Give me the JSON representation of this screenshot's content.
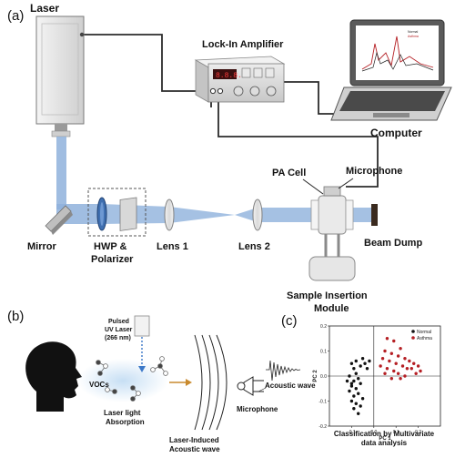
{
  "panel_a": {
    "panel_label": "(a)",
    "laser": "Laser",
    "lock_in": "Lock-In Amplifier",
    "lock_in_display": "8.8.8.8",
    "computer": "Computer",
    "screen_legend": [
      "Normal",
      "Asthma"
    ],
    "pa_cell": "PA Cell",
    "microphone": "Microphone",
    "mirror": "Mirror",
    "hwp_line1": "HWP &",
    "hwp_line2": "Polarizer",
    "lens1": "Lens 1",
    "lens2": "Lens 2",
    "beam_dump": "Beam Dump",
    "sample_line1": "Sample Insertion",
    "sample_line2": "Module"
  },
  "panel_b": {
    "panel_label": "(b)",
    "laser_line1": "Pulsed",
    "laser_line2": "UV Laser",
    "laser_line3": "(266 nm)",
    "vocs": "VOCs",
    "absorption_line1": "Laser light",
    "absorption_line2": "Absorption",
    "wave_line1": "Laser-Induced",
    "wave_line2": "Acoustic wave",
    "microphone": "Microphone",
    "acoustic_wave": "Acoustic wave"
  },
  "panel_c": {
    "panel_label": "(c)",
    "caption_line1": "Classification by Multivariate",
    "caption_line2": "data analysis",
    "chart_data": {
      "type": "scatter",
      "xlabel": "PC 1",
      "ylabel": "PC 2",
      "xlim": [
        -0.2,
        0.3
      ],
      "ylim": [
        -0.2,
        0.2
      ],
      "xticks": [
        "-0.1",
        "0.0",
        "0.1",
        "0.2"
      ],
      "yticks": [
        "-0.2",
        "-0.1",
        "0.0",
        "0.1",
        "0.2"
      ],
      "legend_position": "top-right",
      "series": [
        {
          "name": "Normal",
          "color": "#111111",
          "points": [
            [
              -0.1,
              0.05
            ],
            [
              -0.08,
              0.06
            ],
            [
              -0.06,
              0.04
            ],
            [
              -0.04,
              0.05
            ],
            [
              -0.02,
              0.06
            ],
            [
              -0.09,
              0.03
            ],
            [
              -0.05,
              0.07
            ],
            [
              -0.03,
              0.03
            ],
            [
              -0.11,
              0.0
            ],
            [
              -0.09,
              -0.02
            ],
            [
              -0.07,
              -0.01
            ],
            [
              -0.1,
              -0.04
            ],
            [
              -0.08,
              -0.05
            ],
            [
              -0.06,
              -0.03
            ],
            [
              -0.11,
              -0.06
            ],
            [
              -0.09,
              -0.08
            ],
            [
              -0.07,
              -0.07
            ],
            [
              -0.1,
              -0.1
            ],
            [
              -0.08,
              -0.11
            ],
            [
              -0.06,
              -0.12
            ],
            [
              -0.09,
              -0.13
            ],
            [
              -0.07,
              -0.15
            ],
            [
              -0.1,
              -0.03
            ],
            [
              -0.05,
              -0.09
            ],
            [
              -0.12,
              -0.02
            ],
            [
              -0.08,
              0.01
            ]
          ]
        },
        {
          "name": "Asthma",
          "color": "#b51f24",
          "points": [
            [
              0.06,
              0.15
            ],
            [
              0.09,
              0.14
            ],
            [
              0.12,
              0.11
            ],
            [
              0.05,
              0.1
            ],
            [
              0.08,
              0.09
            ],
            [
              0.11,
              0.08
            ],
            [
              0.14,
              0.07
            ],
            [
              0.16,
              0.06
            ],
            [
              0.18,
              0.05
            ],
            [
              0.2,
              0.04
            ],
            [
              0.04,
              0.07
            ],
            [
              0.07,
              0.06
            ],
            [
              0.1,
              0.05
            ],
            [
              0.13,
              0.04
            ],
            [
              0.15,
              0.03
            ],
            [
              0.17,
              0.03
            ],
            [
              0.21,
              0.02
            ],
            [
              0.03,
              0.04
            ],
            [
              0.06,
              0.03
            ],
            [
              0.09,
              0.02
            ],
            [
              0.11,
              0.01
            ],
            [
              0.14,
              0.0
            ],
            [
              0.19,
              0.01
            ],
            [
              0.05,
              0.01
            ],
            [
              0.08,
              -0.01
            ],
            [
              0.12,
              -0.01
            ]
          ]
        }
      ]
    }
  },
  "colors": {
    "beam": "#8fb2dc",
    "beam_dark": "#6f96c8",
    "cable": "#2b2b2b",
    "device_gray": "#d6d6d6",
    "dump": "#3a2a1e"
  }
}
